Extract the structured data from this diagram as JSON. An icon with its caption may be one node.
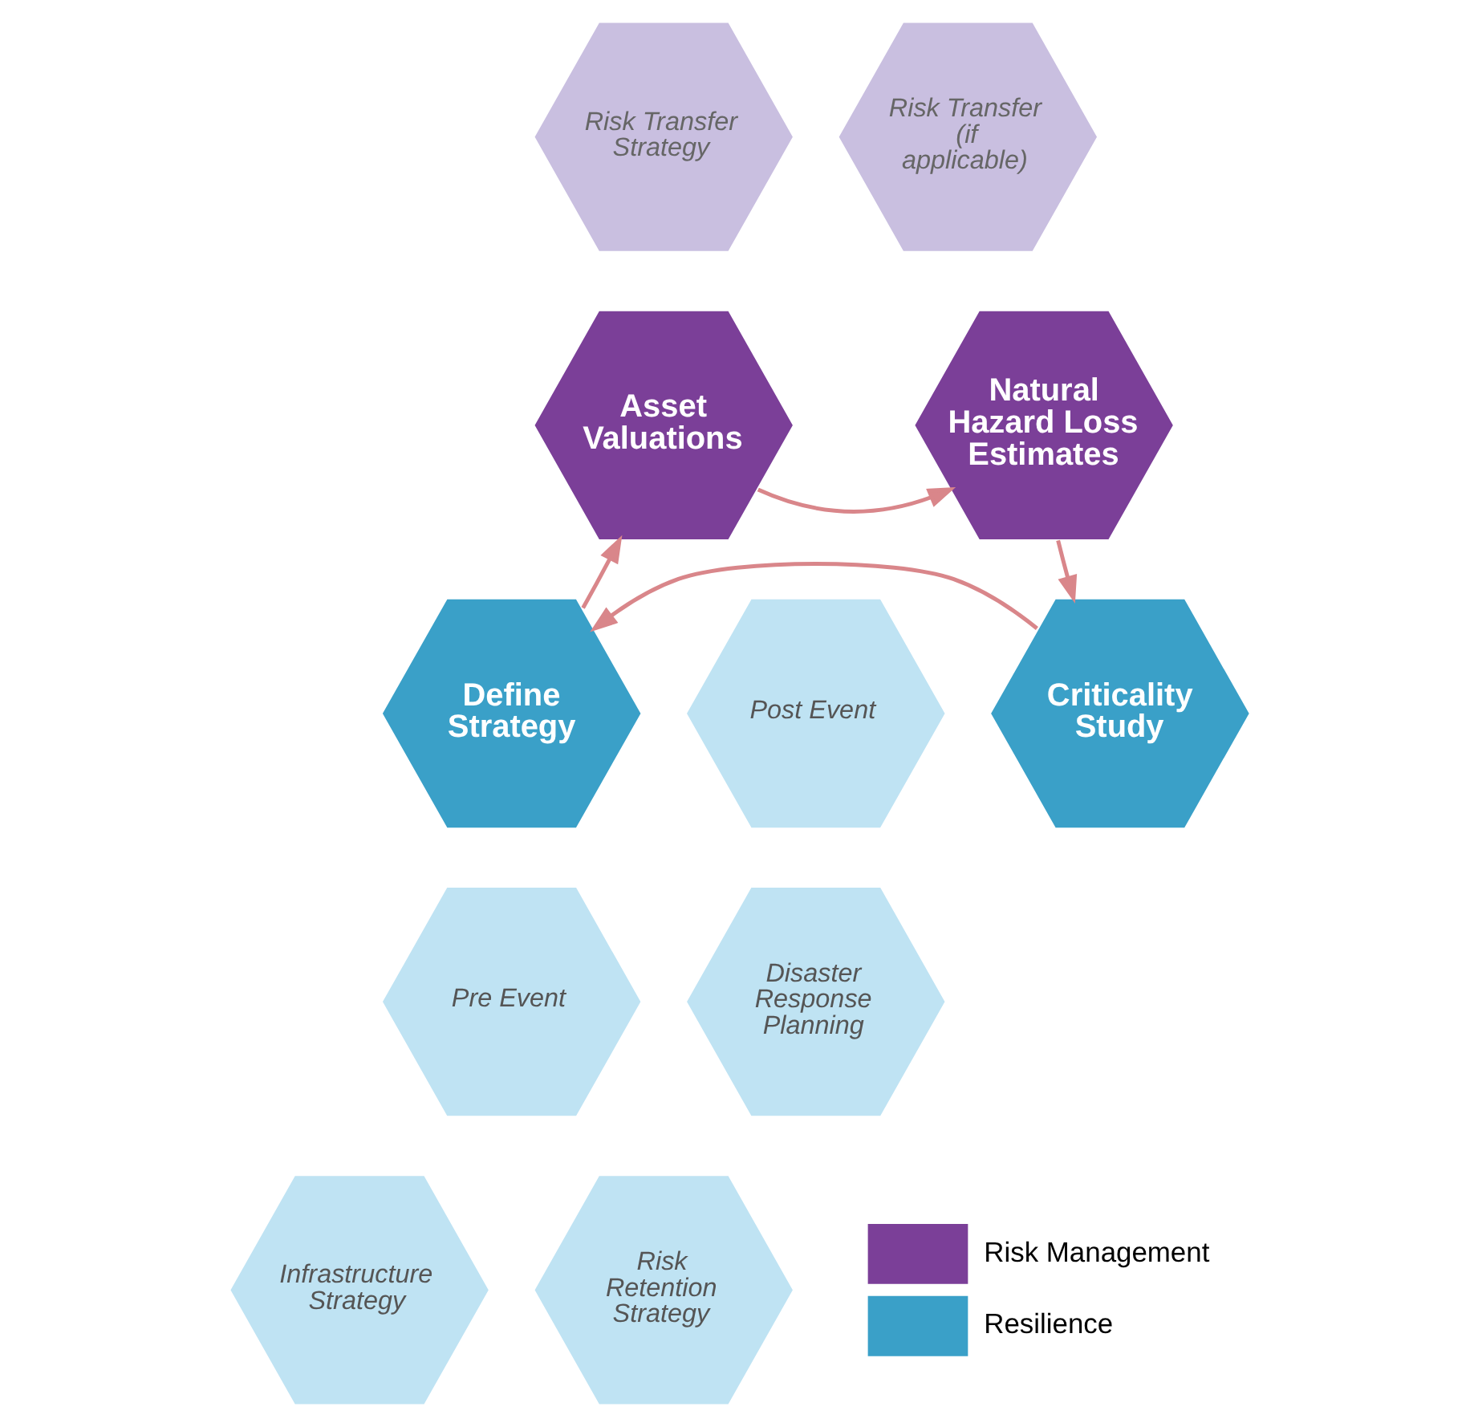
{
  "diagram": {
    "nodes": [
      {
        "text": [
          "Risk Transfer Strategy"
        ]
      },
      {
        "text": [
          "Risk Transfer (if applicable)"
        ]
      },
      {
        "text": [
          "Asset Valuations"
        ]
      },
      {
        "text": [
          "Natural Hazard Loss Estimates"
        ]
      },
      {
        "text": [
          "Post Event"
        ]
      },
      {
        "text": [
          "Define Strategy"
        ]
      },
      {
        "text": [
          "Criticality Study"
        ]
      },
      {
        "text": [
          "Disaster Response Planning"
        ]
      },
      {
        "text": [
          "Pre Event"
        ]
      },
      {
        "text": [
          "Infrastructure Strategy"
        ]
      },
      {
        "text": [
          "Risk Retention Strategy"
        ]
      }
    ],
    "edges": [
      {
        "from": 2,
        "to": 3,
        "arrow": "to"
      },
      {
        "from": 3,
        "to": 6,
        "arrow": "to"
      },
      {
        "from": 6,
        "to": 5,
        "arrow": "to"
      },
      {
        "from": 5,
        "to": 2,
        "arrow": "to"
      }
    ],
    "legend": [
      {
        "text": "Risk Management",
        "color": "#7b3f98"
      },
      {
        "text": "Resilience",
        "color": "#3aa0c8"
      }
    ]
  }
}
